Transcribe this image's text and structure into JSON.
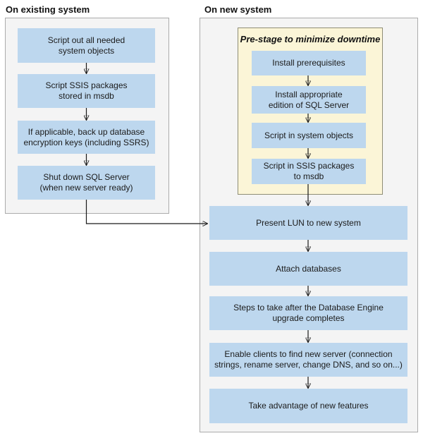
{
  "colors": {
    "box_blue": "#BDD7EE",
    "prestage_yellow": "#FBF5D7",
    "prestage_border": "#8F8D75",
    "panel_grey": "#F4F4F4",
    "panel_border": "#ABABAB",
    "arrow": "#1A1A1A"
  },
  "left_panel": {
    "header": "On existing system",
    "steps": [
      "Script out all needed\nsystem objects",
      "Script SSIS packages\nstored in msdb",
      "If applicable, back up database\nencryption keys (including SSRS)",
      "Shut down SQL Server\n(when new server ready)"
    ]
  },
  "right_panel": {
    "header": "On new system",
    "prestage": {
      "title": "Pre-stage to minimize downtime",
      "steps": [
        "Install prerequisites",
        "Install appropriate\nedition of SQL Server",
        "Script in system objects",
        "Script in SSIS packages\nto msdb"
      ]
    },
    "steps": [
      "Present LUN to new system",
      "Attach databases",
      "Steps to take after the Database Engine\nupgrade completes",
      "Enable clients to find new server (connection\nstrings, rename server, change DNS, and so on...)",
      "Take advantage of new features"
    ]
  }
}
